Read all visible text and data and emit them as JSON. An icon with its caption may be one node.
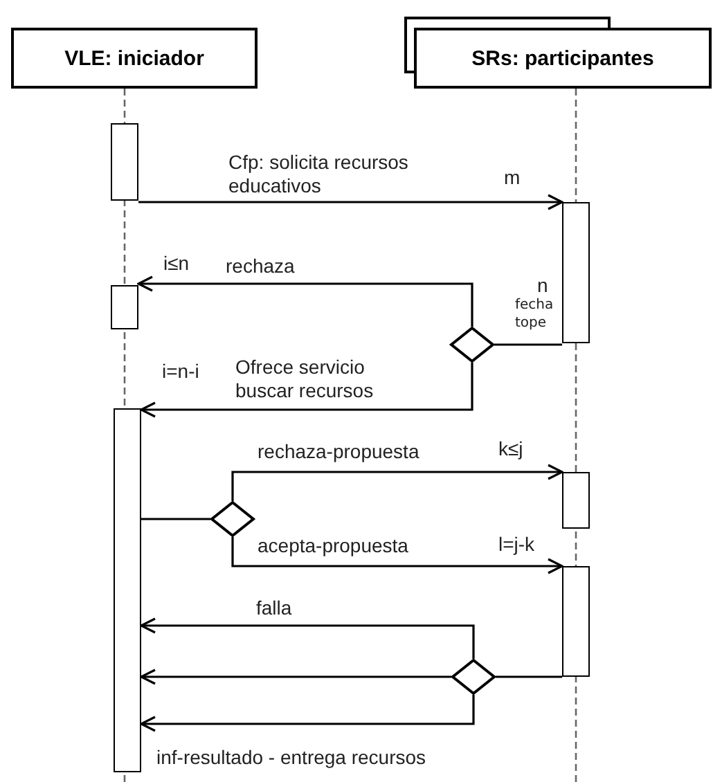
{
  "diagram": {
    "nodes": [
      {
        "text": [
          "VLE: iniciador"
        ]
      },
      {
        "text": [
          "SRs: participantes"
        ]
      },
      {
        "text": [],
        "shape": "bar"
      },
      {
        "text": [],
        "shape": "bar"
      },
      {
        "text": [],
        "shape": "bar"
      },
      {
        "text": [],
        "shape": "diamond"
      },
      {
        "text": [],
        "shape": "bar"
      },
      {
        "text": [],
        "shape": "bar"
      },
      {
        "text": [],
        "shape": "diamond"
      },
      {
        "text": [],
        "shape": "bar"
      },
      {
        "text": [],
        "shape": "diamond"
      }
    ],
    "edges": [
      {
        "from": 2,
        "to": 3,
        "arrow": "to",
        "label": "Cfp: solicita recursos educativos"
      },
      {
        "from": 3,
        "to": 5,
        "arrow": "none"
      },
      {
        "from": 5,
        "to": 4,
        "arrow": "to",
        "label": "rechaza"
      },
      {
        "from": 5,
        "to": 6,
        "arrow": "to",
        "label": "Ofrece servicio buscar recursos"
      },
      {
        "from": 6,
        "to": 8,
        "arrow": "none"
      },
      {
        "from": 8,
        "to": 7,
        "arrow": "to",
        "label": "rechaza-propuesta"
      },
      {
        "from": 8,
        "to": 9,
        "arrow": "to",
        "label": "acepta-propuesta"
      },
      {
        "from": 9,
        "to": 10,
        "arrow": "none"
      },
      {
        "from": 10,
        "to": 6,
        "arrow": "to",
        "label": "falla"
      },
      {
        "from": 10,
        "to": 6,
        "arrow": "to"
      },
      {
        "from": 10,
        "to": 6,
        "arrow": "to",
        "label": "inf-resultado - entrega recursos"
      }
    ],
    "labels": [
      "m",
      "i≤n",
      "n",
      "fecha tope",
      "i=n-i",
      "k≤j",
      "l=j-k"
    ]
  }
}
